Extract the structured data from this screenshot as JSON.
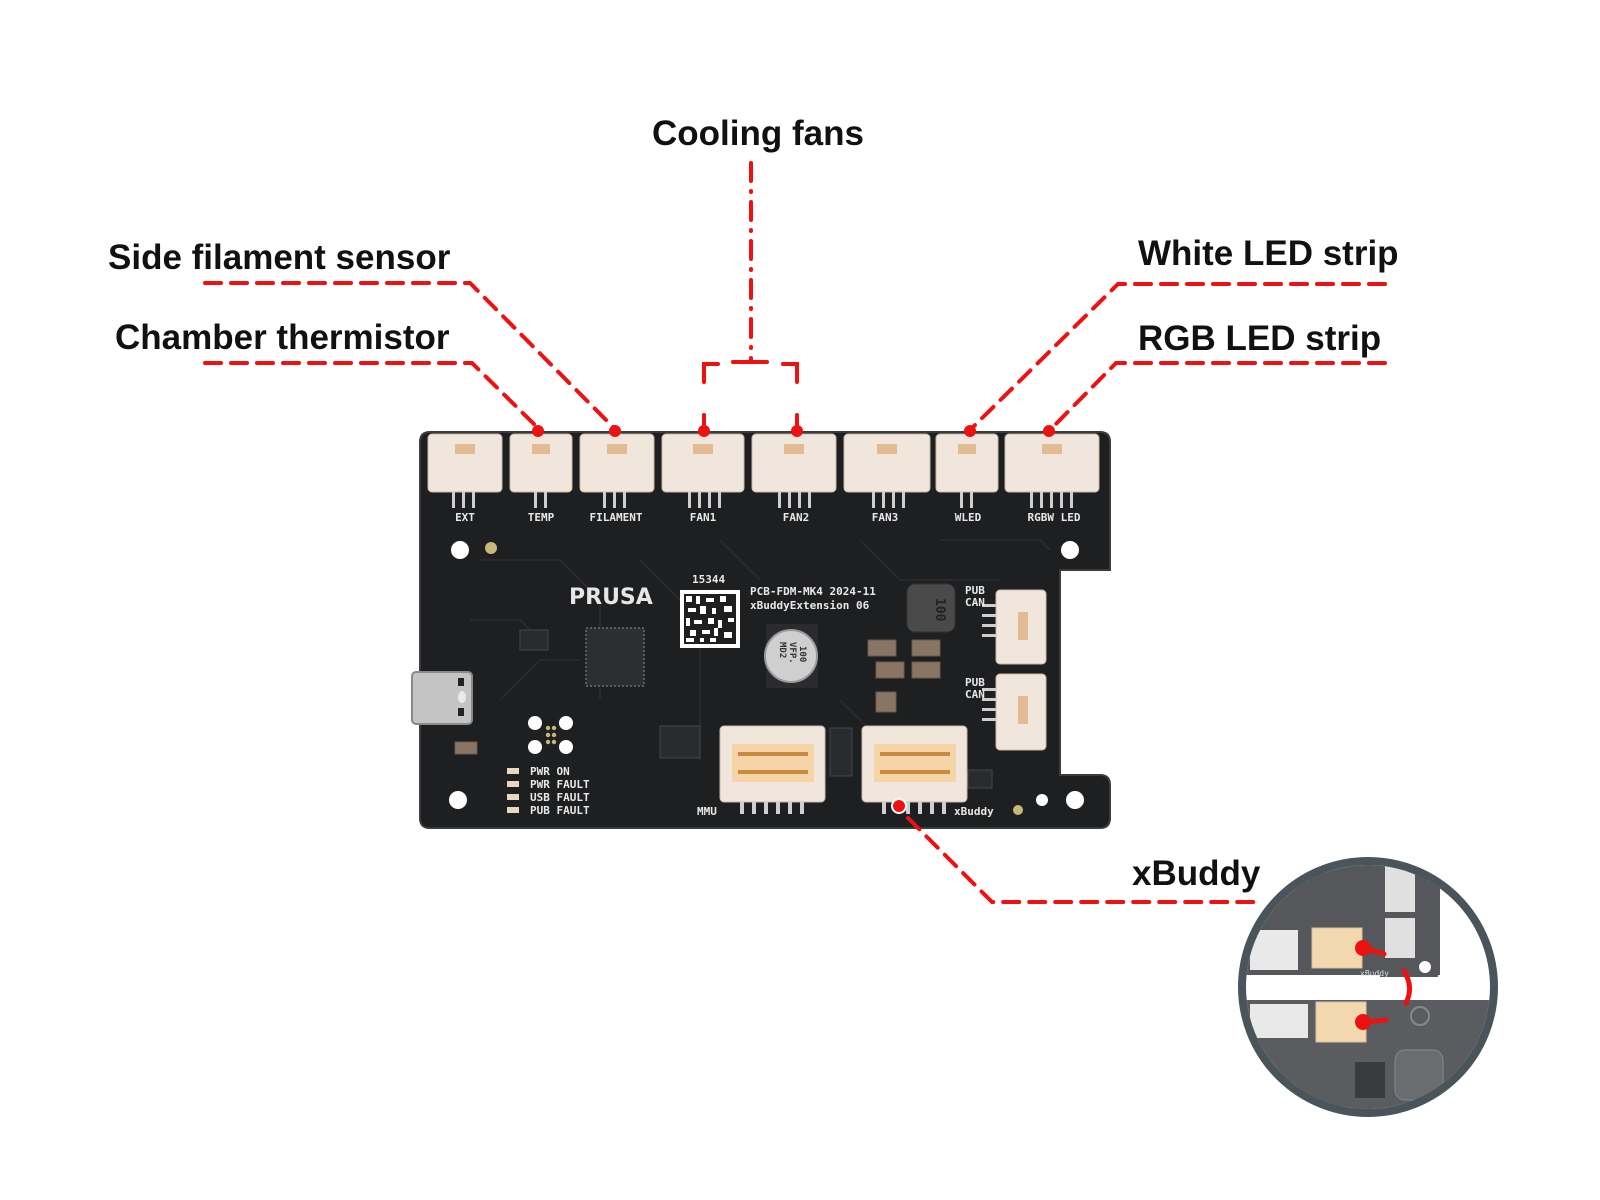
{
  "callouts": {
    "cooling_fans": "Cooling fans",
    "side_filament_sensor": "Side filament sensor",
    "chamber_thermistor": "Chamber thermistor",
    "white_led_strip": "White LED strip",
    "rgb_led_strip": "RGB LED strip",
    "xbuddy": "xBuddy"
  },
  "board": {
    "brand": "PRUSA",
    "serial": "15344",
    "pcb_id": "PCB-FDM-MK4  2024-11",
    "pcb_name": "xBuddyExtension 06",
    "capacitor_text": [
      "100",
      "VFP.",
      "MD2"
    ],
    "inductor_text": "100",
    "top_connectors": [
      "EXT",
      "TEMP",
      "FILAMENT",
      "FAN1",
      "FAN2",
      "FAN3",
      "WLED",
      "RGBW LED"
    ],
    "side_connectors": [
      "PUB CAN",
      "PUB CAN"
    ],
    "bottom_connectors": [
      "MMU",
      "xBuddy"
    ],
    "status_leds": [
      "PWR ON",
      "PWR FAULT",
      "USB FAULT",
      "PUB FAULT"
    ]
  },
  "inset": {
    "description": "xBuddy connector mating detail",
    "label": "xBuddy"
  },
  "colors": {
    "callout_line": "#ee1111",
    "pcb": "#1e1f21",
    "connector": "#f1e6dc",
    "inset_ring": "#4a545b"
  }
}
